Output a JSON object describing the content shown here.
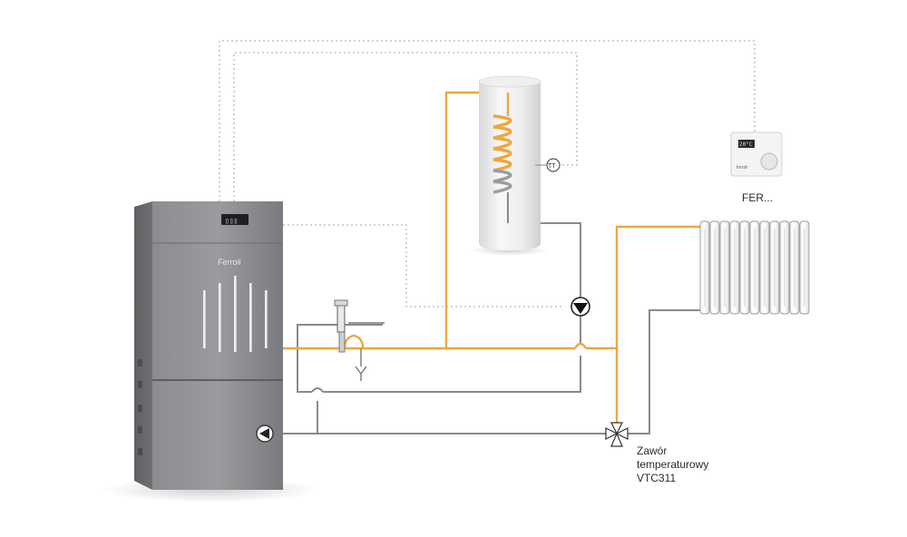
{
  "boiler": {
    "logo": "Ferroli",
    "display": "▯▯▯"
  },
  "thermostat": {
    "label": "FER...",
    "display_value": "20°C",
    "logo": "ferroli"
  },
  "tank_sensor": {
    "symbol": "TT"
  },
  "valve_label": {
    "line1": "Zawór",
    "line2": "temperaturowy",
    "line3": "VTC311"
  },
  "colors": {
    "hot_water_pipe": "#f0a640",
    "return_pipe": "#8a8a8a",
    "signal_wire": "#b8b8b8",
    "boiler_body": "#7c7d80"
  }
}
